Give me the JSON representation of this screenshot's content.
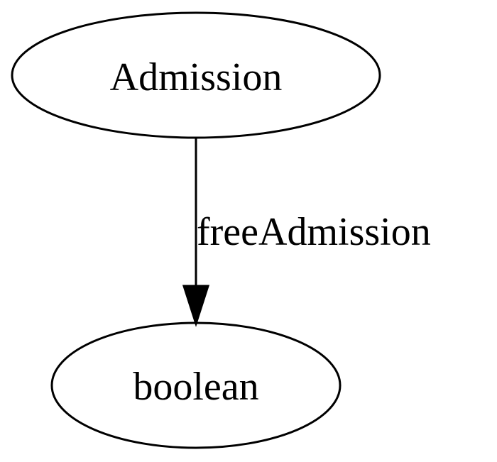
{
  "nodes": {
    "admission": {
      "label": "Admission"
    },
    "boolean": {
      "label": "boolean"
    }
  },
  "edges": [
    {
      "from": "Admission",
      "to": "boolean",
      "label": "freeAdmission"
    }
  ],
  "colors": {
    "stroke": "#000000",
    "background": "#ffffff"
  }
}
